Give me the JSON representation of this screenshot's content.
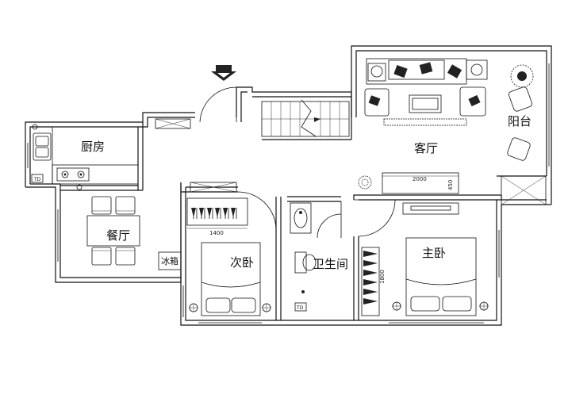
{
  "plan": {
    "rooms": {
      "kitchen": "厨房",
      "dining": "餐厅",
      "living": "客厅",
      "balcony": "阳台",
      "second_bedroom": "次卧",
      "bathroom": "卫生间",
      "master_bedroom": "主卧"
    },
    "labels": {
      "fridge": "冰箱",
      "dim_tv": "2000",
      "dim_tv_depth": "450",
      "dim_wardrobe": "1400",
      "dim_wardrobe_master": "1800",
      "td_kitchen": "TD",
      "td_bath": "TD"
    }
  }
}
